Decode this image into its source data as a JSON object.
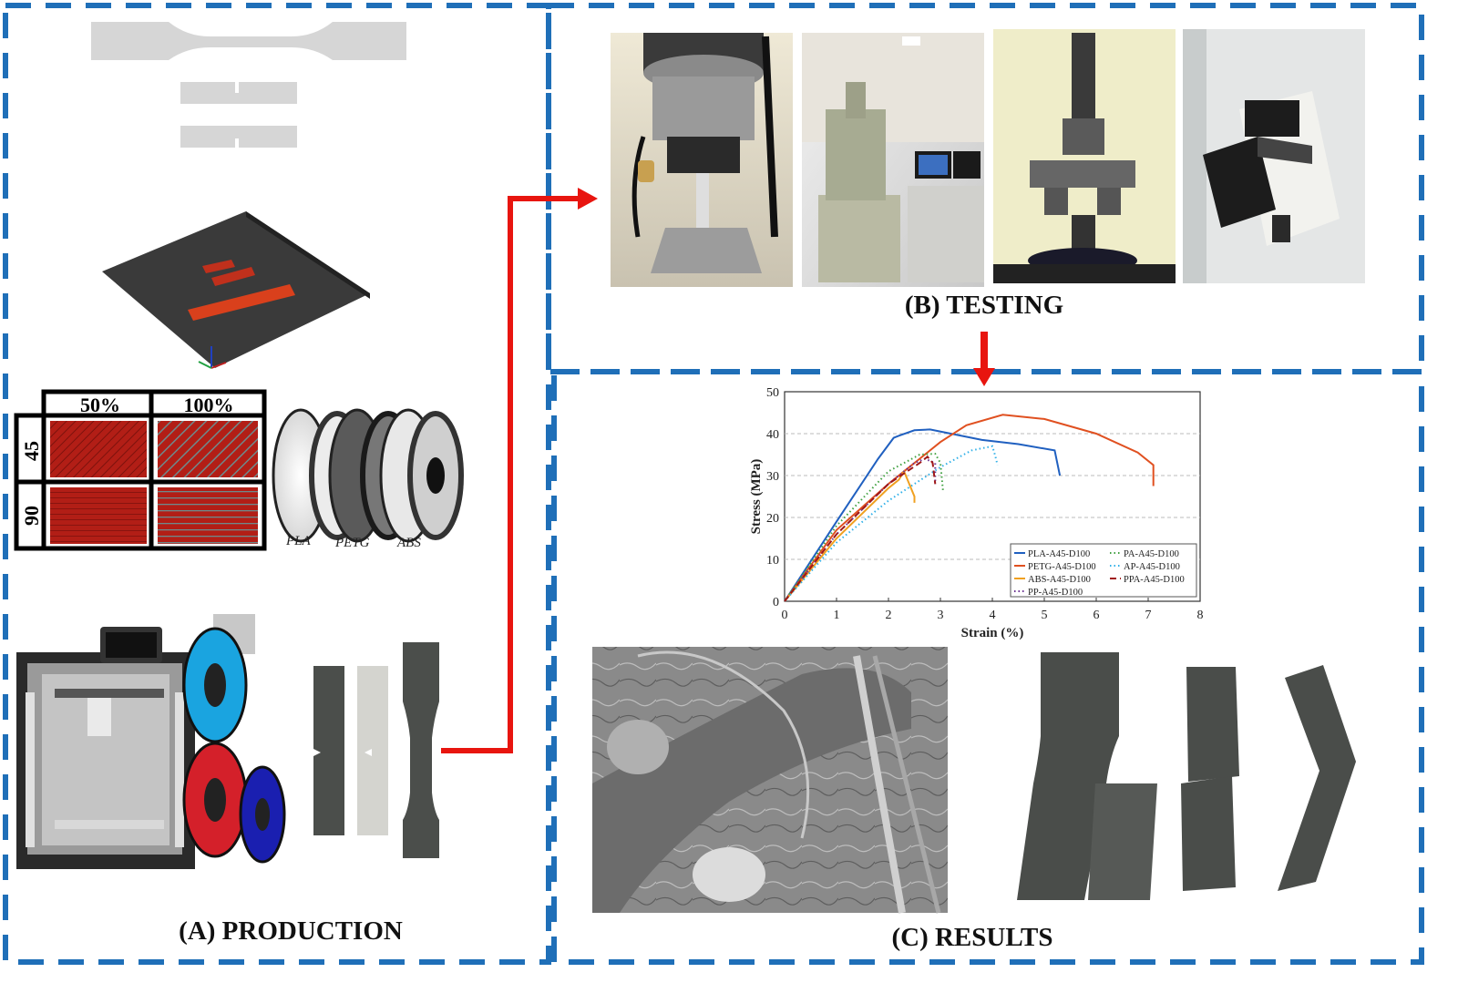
{
  "panels": {
    "production": {
      "title": "(A) PRODUCTION"
    },
    "testing": {
      "title": "(B) TESTING"
    },
    "results": {
      "title": "(C) RESULTS"
    }
  },
  "colors": {
    "frame": "#1f6fb8",
    "arrow": "#e8150f",
    "specimen_red": "#b21e16",
    "filament_blue": "#1aa4e0",
    "filament_red": "#d4202a",
    "filament_navy": "#1a1fb0"
  },
  "infill_matrix": {
    "columns": [
      "50%",
      "100%"
    ],
    "rows": [
      "45",
      "90"
    ]
  },
  "spools": [
    "PLA",
    "PETG",
    "ABS"
  ],
  "testing_photos": [
    {
      "icon": "tensile-grip-photo"
    },
    {
      "icon": "sem-microscope-photo"
    },
    {
      "icon": "flexural-fixture-photo"
    },
    {
      "icon": "impact-tester-photo"
    }
  ],
  "chart_data": {
    "type": "line",
    "xlabel": "Strain (%)",
    "ylabel": "Stress (MPa)",
    "xlim": [
      0,
      8
    ],
    "ylim": [
      0,
      50
    ],
    "xticks": [
      "0",
      "1",
      "2",
      "3",
      "4",
      "5",
      "6",
      "7",
      "8"
    ],
    "yticks": [
      "0",
      "10",
      "20",
      "30",
      "40",
      "50"
    ],
    "grid": "horizontal-dashed",
    "legend_position": "bottom-right",
    "series": [
      {
        "name": "PLA-A45-D100",
        "color": "#2060c0",
        "dash": "solid",
        "points": [
          [
            0,
            0
          ],
          [
            1,
            19
          ],
          [
            1.8,
            34
          ],
          [
            2.1,
            39
          ],
          [
            2.2,
            39.5
          ],
          [
            2.5,
            40.8
          ],
          [
            2.8,
            41
          ],
          [
            3.2,
            40
          ],
          [
            3.8,
            38.5
          ],
          [
            4.5,
            37.5
          ],
          [
            5.2,
            36
          ],
          [
            5.3,
            30
          ]
        ]
      },
      {
        "name": "PETG-A45-D100",
        "color": "#e05020",
        "dash": "solid",
        "points": [
          [
            0,
            0
          ],
          [
            1,
            17
          ],
          [
            2,
            28
          ],
          [
            2.6,
            34
          ],
          [
            3,
            38
          ],
          [
            3.5,
            42
          ],
          [
            4.2,
            44.5
          ],
          [
            5,
            43.5
          ],
          [
            6,
            40
          ],
          [
            6.8,
            35.5
          ],
          [
            7.1,
            32.5
          ],
          [
            7.1,
            27.5
          ]
        ]
      },
      {
        "name": "ABS-A45-D100",
        "color": "#f0a020",
        "dash": "solid",
        "points": [
          [
            0,
            0
          ],
          [
            1,
            15
          ],
          [
            2,
            27
          ],
          [
            2.2,
            29
          ],
          [
            2.3,
            31
          ],
          [
            2.5,
            25
          ],
          [
            2.5,
            23.5
          ]
        ]
      },
      {
        "name": "PP-A45-D100",
        "color": "#6a3090",
        "dash": "dotted",
        "points": [
          [
            0,
            0
          ],
          [
            1,
            16
          ],
          [
            2,
            28
          ],
          [
            2.5,
            33
          ],
          [
            2.7,
            34
          ],
          [
            2.9,
            33
          ],
          [
            2.9,
            28
          ]
        ]
      },
      {
        "name": "PA-A45-D100",
        "color": "#40a040",
        "dash": "dotted",
        "points": [
          [
            0,
            0
          ],
          [
            1,
            18
          ],
          [
            2,
            31
          ],
          [
            2.6,
            35
          ],
          [
            2.9,
            35.2
          ],
          [
            3.0,
            33
          ],
          [
            3.05,
            26.5
          ]
        ]
      },
      {
        "name": "AP-A45-D100",
        "color": "#30b0e8",
        "dash": "dotted",
        "points": [
          [
            0,
            0
          ],
          [
            1,
            14
          ],
          [
            2,
            24
          ],
          [
            3,
            32
          ],
          [
            3.6,
            36
          ],
          [
            4,
            37
          ],
          [
            4.05,
            35
          ],
          [
            4.1,
            32.5
          ]
        ]
      },
      {
        "name": "PPA-A45-D100",
        "color": "#a01818",
        "dash": "dashed",
        "points": [
          [
            0,
            0
          ],
          [
            1,
            16
          ],
          [
            2,
            28
          ],
          [
            2.6,
            33
          ],
          [
            2.75,
            34.5
          ],
          [
            2.85,
            33
          ],
          [
            2.9,
            28
          ]
        ]
      }
    ]
  }
}
